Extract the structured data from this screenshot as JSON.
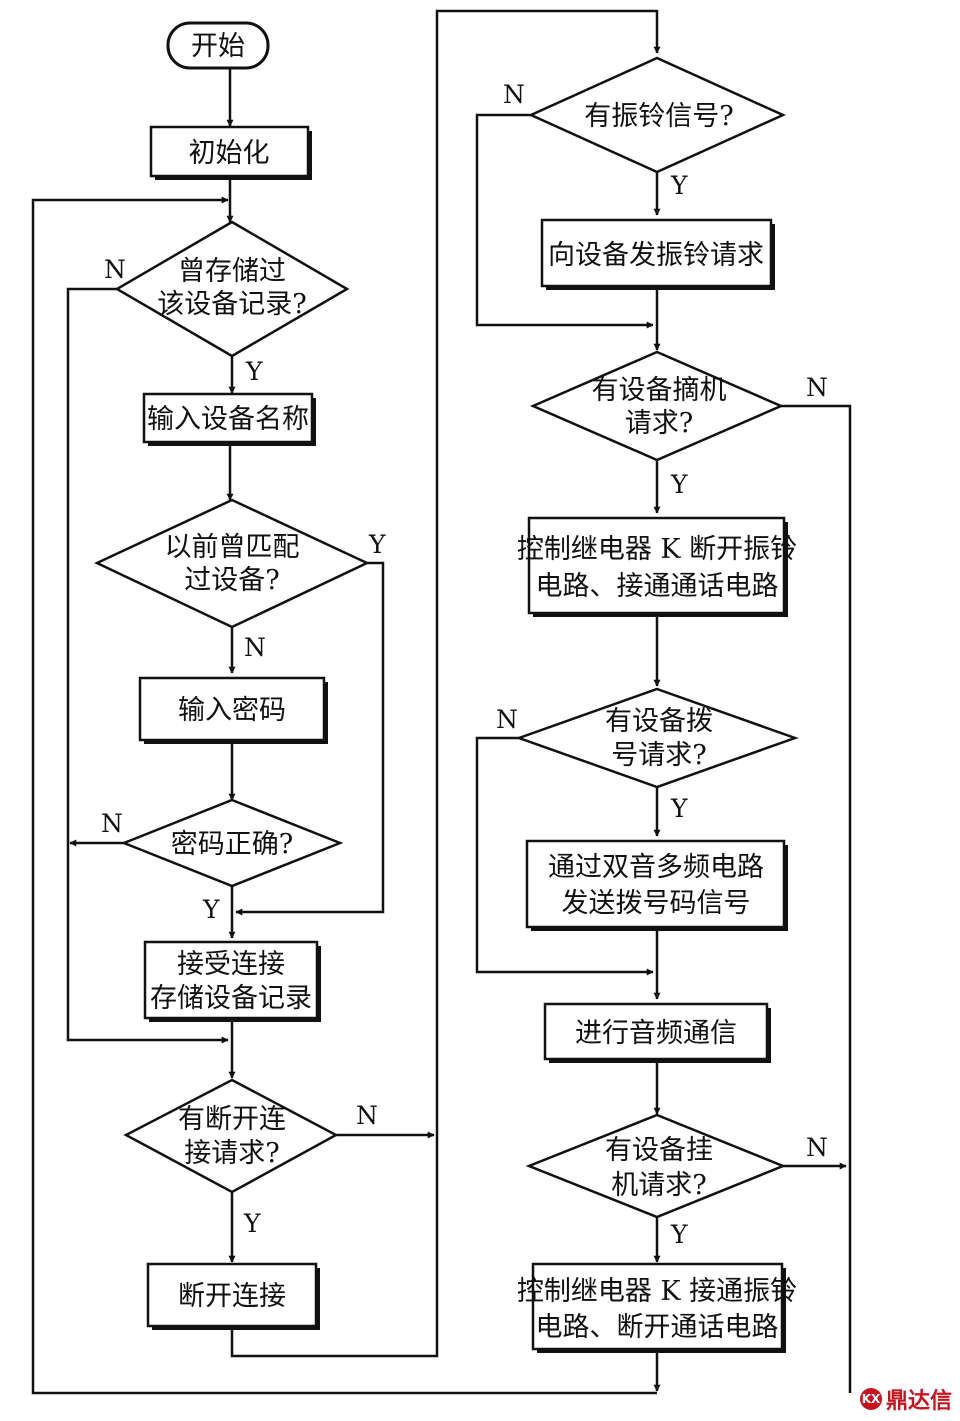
{
  "nodes": {
    "start": "开始",
    "init": "初始化",
    "stored_record": [
      "曾存储过",
      "该设备记录?"
    ],
    "input_name": "输入设备名称",
    "matched_before": [
      "以前曾匹配",
      "过设备?"
    ],
    "input_password": "输入密码",
    "password_correct": "密码正确?",
    "accept_connection": [
      "接受连接",
      "存储设备记录"
    ],
    "disconnect_request": [
      "有断开连",
      "接请求?"
    ],
    "disconnect": "断开连接",
    "ring_signal": "有振铃信号?",
    "send_ring_request": "向设备发振铃请求",
    "offhook_request": [
      "有设备摘机",
      "请求?"
    ],
    "relay_disconnect_ring": [
      "控制继电器 K 断开振铃",
      "电路、接通通话电路"
    ],
    "dial_request": [
      "有设备拨",
      "号请求?"
    ],
    "send_dial_signal": [
      "通过双音多频电路",
      "发送拨号码信号"
    ],
    "audio_comm": "进行音频通信",
    "hangup_request": [
      "有设备挂",
      "机请求?"
    ],
    "relay_connect_ring": [
      "控制继电器 K 接通振铃",
      "电路、断开通话电路"
    ]
  },
  "branch_labels": {
    "yes": "Y",
    "no": "N"
  },
  "watermark": {
    "text": "鼎达信",
    "logo": "KX"
  },
  "colors": {
    "line": "#111111",
    "watermark": "#c8141e"
  }
}
